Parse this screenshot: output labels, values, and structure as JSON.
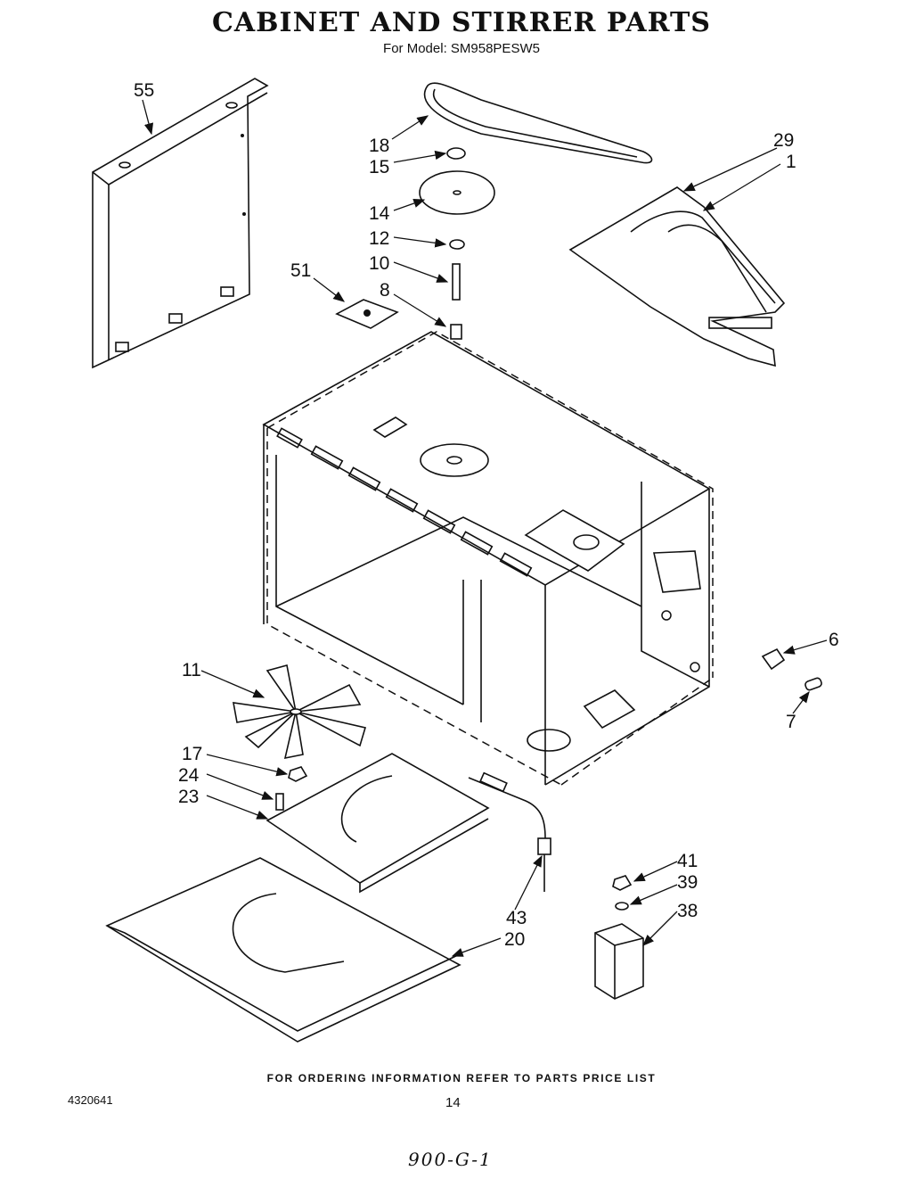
{
  "header": {
    "title": "CABINET AND STIRRER PARTS",
    "subtitle": "For Model: SM958PESW5"
  },
  "callouts": {
    "c55": "55",
    "c18": "18",
    "c15": "15",
    "c14": "14",
    "c12": "12",
    "c10": "10",
    "c8": "8",
    "c51": "51",
    "c29": "29",
    "c1": "1",
    "c6": "6",
    "c7": "7",
    "c11": "11",
    "c17": "17",
    "c24": "24",
    "c23": "23",
    "c41": "41",
    "c39": "39",
    "c38": "38",
    "c43": "43",
    "c20": "20"
  },
  "footer": {
    "ordering_note": "FOR ORDERING INFORMATION REFER TO PARTS PRICE LIST",
    "doc_number": "4320641",
    "page_number": "14",
    "handwritten": "900-G-1"
  }
}
